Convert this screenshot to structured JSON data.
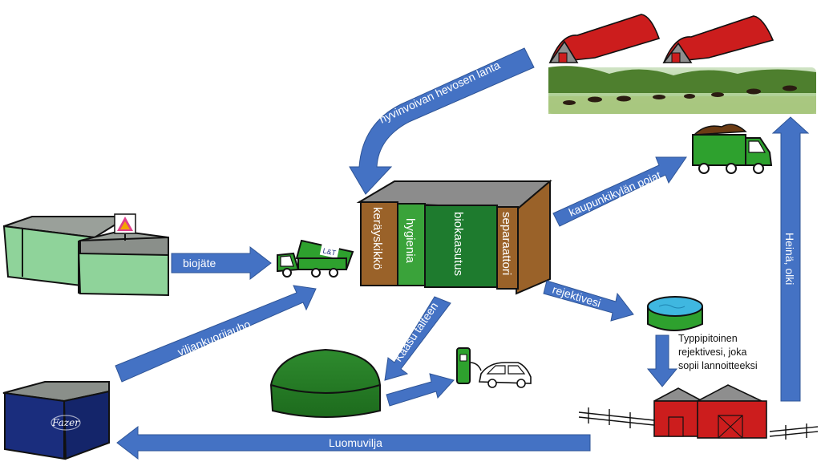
{
  "labels": {
    "horse_manure": "hyvinvoivan hevosen lanta",
    "biowaste": "biojäte",
    "grain_husk": "viljankuorijauho",
    "city_boys": "kaupunkikylän pojat",
    "reject_water": "rejektivesi",
    "gas_recovery": "Kaasu talteen",
    "organic_grain": "Luomuvilja",
    "hay_straw": "Heinä, olki"
  },
  "plant_sections": [
    "keräyskikkö",
    "hygienia",
    "biokaasutus",
    "separaattori"
  ],
  "note_lines": [
    "Typpipitoinen",
    "rejektivesi, joka",
    "sopii lannoitteeksi"
  ],
  "logos": {
    "fazer": "Fazer",
    "truck": "L&T"
  },
  "colors": {
    "arrow": "#4472c4",
    "plant_brown": "#9a6229",
    "plant_green": "#1e7b2e",
    "plant_light_green": "#3aa33a",
    "building_green": "#8fd39a",
    "fazer_blue": "#1a2d7d",
    "barn_red": "#cc1d1d",
    "water_blue": "#3fb7e0"
  }
}
